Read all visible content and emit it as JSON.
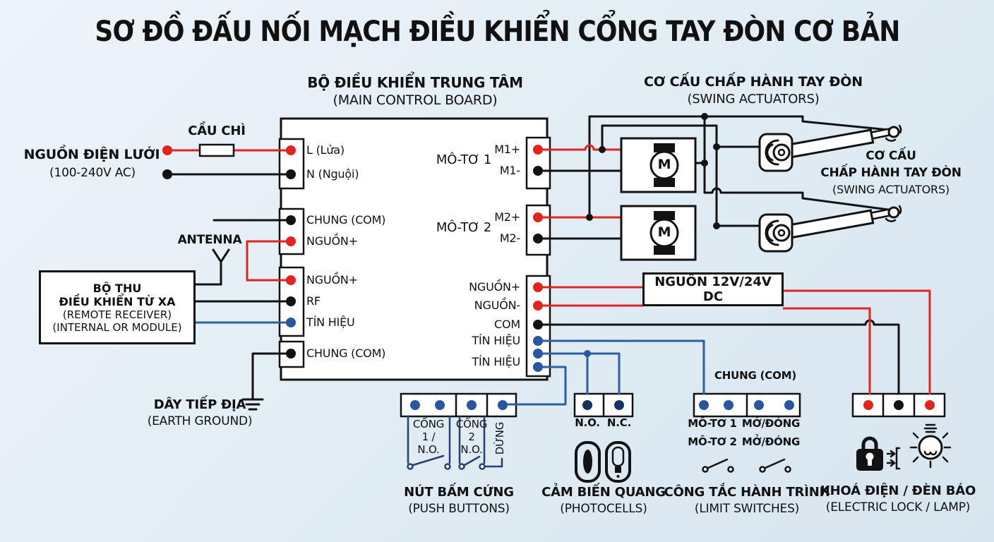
{
  "title": "SƠ ĐỒ ĐẤU NỐI MẠCH ĐIỀU KHIỂN CỔNG TAY ĐÒN CƠ BẢN",
  "board": {
    "title_vi": "BỘ ĐIỀU KHIỂN TRUNG TÂM",
    "title_en": "(MAIN CONTROL BOARD)",
    "left_terminals": [
      "L (Lửa)",
      "N (Nguội)",
      "CHUNG (COM)",
      "NGUỒN+",
      "NGUỒN+",
      "RF",
      "TÍN HIỆU",
      "CHUNG (COM)"
    ],
    "motor1_label": "MÔ-TƠ 1",
    "motor2_label": "MÔ-TƠ 2",
    "m1_plus": "M1+",
    "m1_minus": "M1-",
    "m2_plus": "M2+",
    "m2_minus": "M2-",
    "right_io": [
      "NGUỒN+",
      "NGUỒN-",
      "COM",
      "TÍN HIỆU",
      "TÍN HIỆU"
    ],
    "motor_symbol": "M"
  },
  "ac_input": {
    "label1": "NGUỒN ĐIỆN LƯỚI",
    "label2": "(100-240V AC)"
  },
  "fuse_label": "CẦU CHÌ",
  "antenna_label": "ANTENNA",
  "receiver": {
    "lines": [
      "BỘ THU",
      "ĐIỀU KHIỂN TỪ XA",
      "(REMOTE RECEIVER)",
      "(INTERNAL OR MODULE)"
    ]
  },
  "ground": {
    "label1": "DÂY TIẾP ĐỊA",
    "label2": "(EARTH GROUND)"
  },
  "actuators": {
    "top_title": "CƠ CẤU CHẤP HÀNH TAY ĐÒN",
    "top_subtitle": "(SWING ACTUATORS)",
    "right_line1": "CƠ CẤU",
    "right_line2": "CHẤP HÀNH TAY ĐÒN",
    "right_line3": "(SWING ACTUATORS)"
  },
  "dc_supply_label": "NGUỒN 12V/24V DC",
  "push_buttons": {
    "col1": [
      "CỔNG",
      "1 /",
      "N.O."
    ],
    "col2": [
      "CỔNG",
      "2",
      "N.O."
    ],
    "stop": "DỪNG",
    "title": "NÚT BẤM CỨNG",
    "subtitle": "(PUSH BUTTONS)"
  },
  "photocells": {
    "no": "N.O.",
    "nc": "N.C.",
    "title": "CẢM BIẾN QUANG",
    "subtitle": "(PHOTOCELLS)"
  },
  "limit_switches": {
    "common": "CHUNG (COM)",
    "row1_left": "MÔ-TƠ 1",
    "row1_right": "MỞ/ĐÓNG",
    "row2_left": "MÔ-TƠ 2",
    "row2_right": "MỞ/ĐÓNG",
    "title": "CÔNG TẮC HÀNH TRÌNH",
    "subtitle": "(LIMIT SWITCHES)"
  },
  "lock_lamp": {
    "title": "KHOÁ ĐIỆN / ĐÈN BÁO",
    "subtitle": "(ELECTRIC LOCK / LAMP)"
  },
  "colors": {
    "wire_red": "#e02420",
    "wire_blue": "#2e5fa3",
    "wire_black": "#121212",
    "terminal_navy": "#16335f",
    "bg_top": "#ecf4f9",
    "bg_bottom": "#d7e5ef"
  }
}
